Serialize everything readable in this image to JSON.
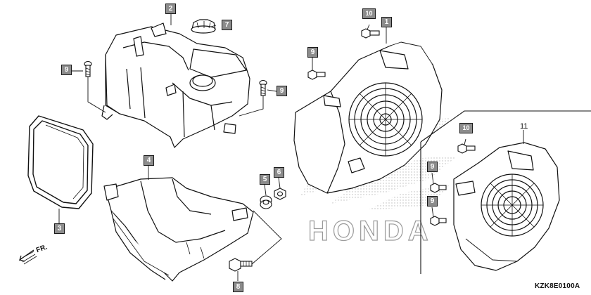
{
  "callouts": {
    "p1": "1",
    "p2": "2",
    "p3": "3",
    "p4": "4",
    "p5": "5",
    "p6": "6",
    "p7": "7",
    "p8": "8",
    "p9a": "9",
    "p9b": "9",
    "p9c": "9",
    "p9d": "9",
    "p9e": "9",
    "p10a": "10",
    "p10b": "10"
  },
  "plain_label_11": "11",
  "direction_label": "FR.",
  "watermark_text": "HONDA",
  "diagram_code": "KZK8E0100A"
}
